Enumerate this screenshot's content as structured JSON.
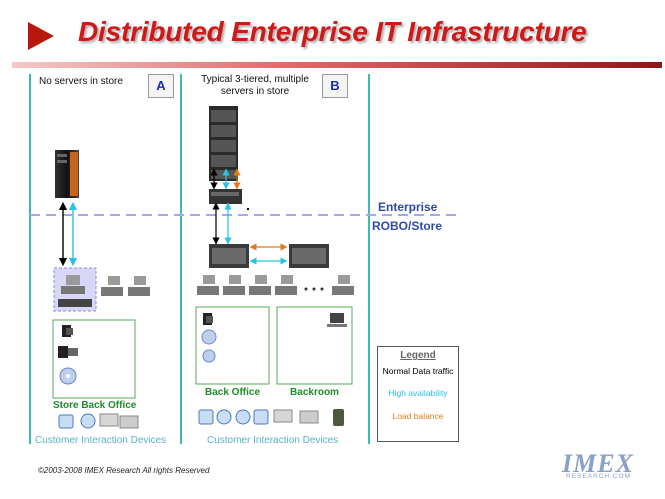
{
  "header": {
    "title": "Distributed Enterprise IT Infrastructure"
  },
  "sections": {
    "a": {
      "letter": "A",
      "caption": "No servers in store",
      "store_office": "Store Back Office",
      "devices": "Customer Interaction Devices"
    },
    "b": {
      "letter": "B",
      "caption_line1": "Typical 3-tiered, multiple",
      "caption_line2": "servers in store",
      "back_office": "Back Office",
      "backroom": "Backroom",
      "devices": "Customer Interaction Devices"
    }
  },
  "zones": {
    "upper": "Enterprise",
    "lower": "ROBO/Store"
  },
  "legend": {
    "title": "Legend",
    "items": [
      {
        "label": "Normal Data traffic",
        "color": "#000000"
      },
      {
        "label": "High availability",
        "color": "#29c2e6"
      },
      {
        "label": "Load balance",
        "color": "#e07b1a"
      }
    ]
  },
  "colors": {
    "title": "#d01818",
    "divider": "#3fb9b4",
    "enterprise_line": "#a8a8e8",
    "zone_text": "#2f4aa8",
    "group_text": "#1f8b2a"
  },
  "footer": {
    "copyright": "©2003-2008 IMEX Research All rights Reserved",
    "logo": "IMEX",
    "logo_sub": "RESEARCH.COM"
  }
}
